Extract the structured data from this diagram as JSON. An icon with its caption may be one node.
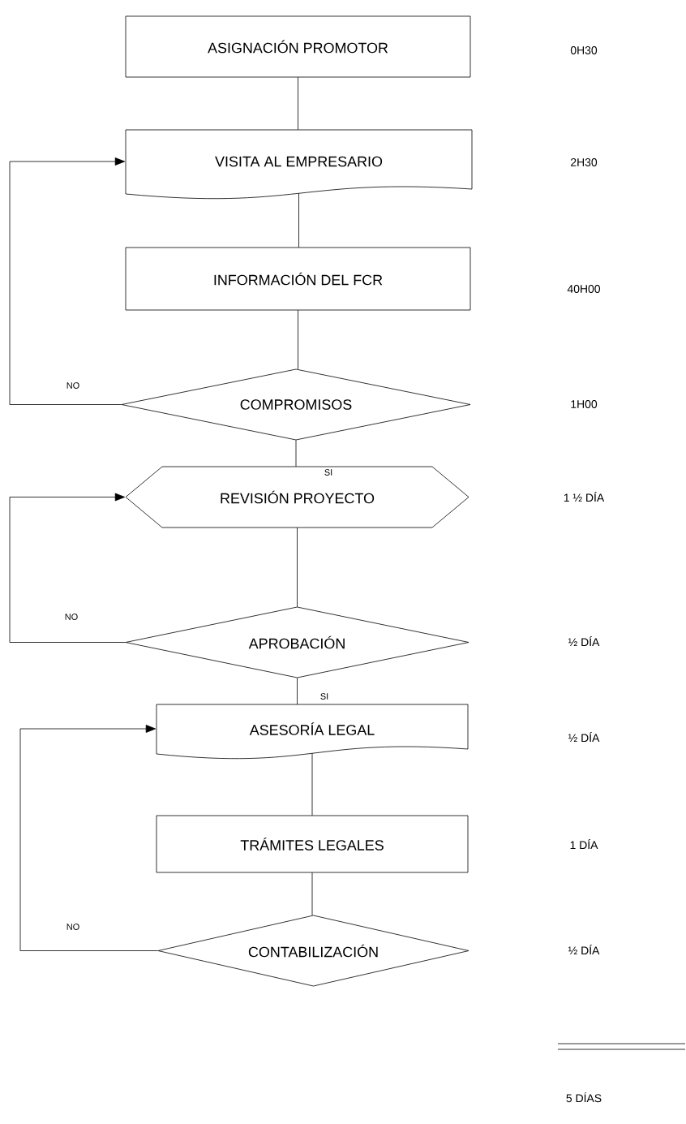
{
  "diagram": {
    "nodes": [
      {
        "text": [
          "ASIGNACIÓN PROMOTOR"
        ]
      },
      {
        "text": [
          "VISITA AL EMPRESARIO"
        ]
      },
      {
        "text": [
          "INFORMACIÓN DEL FCR"
        ]
      },
      {
        "text": [
          "COMPROMISOS"
        ]
      },
      {
        "text": [
          "REVISIÓN PROYECTO"
        ]
      },
      {
        "text": [
          "APROBACIÓN"
        ]
      },
      {
        "text": [
          "ASESORÍA LEGAL"
        ]
      },
      {
        "text": [
          "TRÁMITES LEGALES"
        ]
      },
      {
        "text": [
          "CONTABILIZACIÓN"
        ]
      }
    ],
    "edges": [
      {
        "from": 0,
        "to": 1,
        "arrow": "none"
      },
      {
        "from": 1,
        "to": 2,
        "arrow": "none"
      },
      {
        "from": 2,
        "to": 3,
        "arrow": "none"
      },
      {
        "from": 3,
        "to": 1,
        "arrow": "to",
        "label": "NO"
      },
      {
        "from": 3,
        "to": 4,
        "arrow": "none",
        "label": "SI"
      },
      {
        "from": 4,
        "to": 5,
        "arrow": "none"
      },
      {
        "from": 5,
        "to": 4,
        "arrow": "to",
        "label": "NO"
      },
      {
        "from": 5,
        "to": 6,
        "arrow": "none",
        "label": "SI"
      },
      {
        "from": 6,
        "to": 7,
        "arrow": "none"
      },
      {
        "from": 7,
        "to": 8,
        "arrow": "none"
      },
      {
        "from": 8,
        "to": 6,
        "arrow": "to",
        "label": "NO"
      }
    ],
    "labels": [
      "0H30",
      "2H30",
      "40H00",
      "1H00",
      "1 ½ DÍA",
      "½ DÍA",
      "½ DÍA",
      "1 DÍA",
      "½ DÍA",
      "5 DÍAS"
    ]
  }
}
